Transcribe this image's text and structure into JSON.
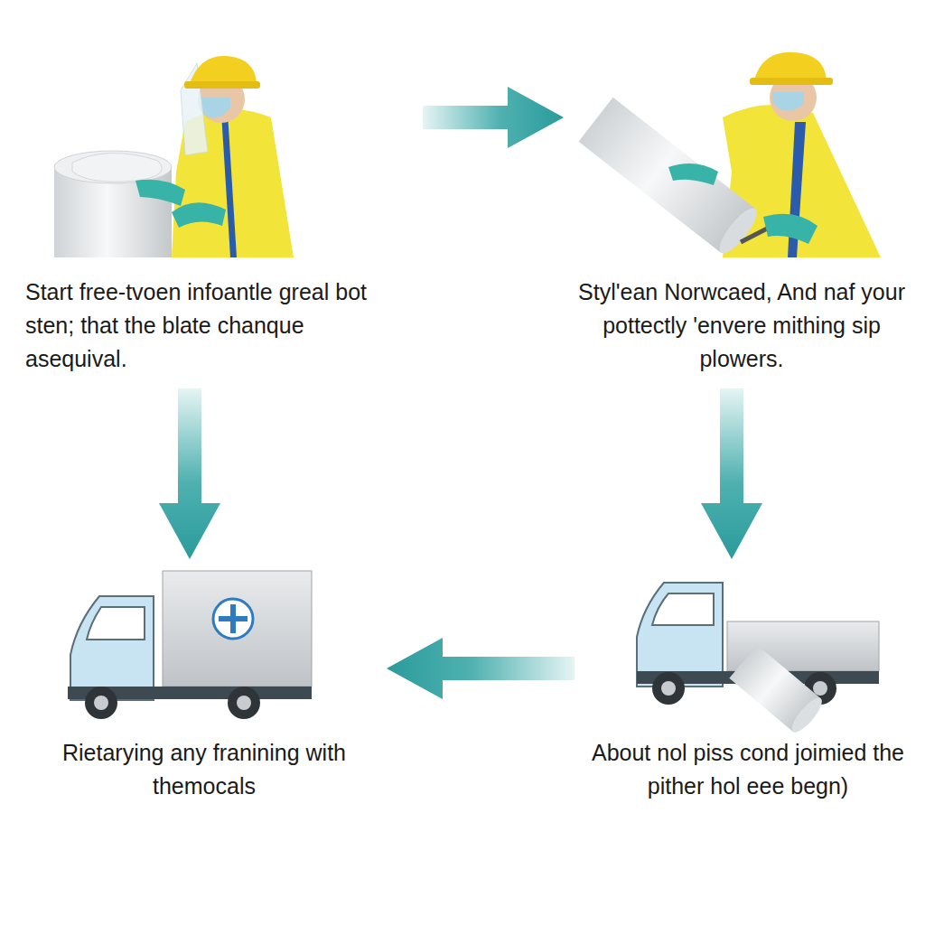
{
  "diagram": {
    "nodes": [
      {
        "text": [
          "Start free-tvoen infoantle greal bot sten; that the blate chanque asequival."
        ]
      },
      {
        "text": [
          "Styl'ean Norwcaed, And naf your pottectly 'envere mithing sip plowers."
        ]
      },
      {
        "text": [
          "Rietarying any franining with themocals"
        ]
      },
      {
        "text": [
          "About nol piss cond joimied the pither hol eee begn)"
        ]
      }
    ],
    "edges": [
      {
        "from": 0,
        "to": 1,
        "arrow": "to"
      },
      {
        "from": 0,
        "to": 2,
        "arrow": "to"
      },
      {
        "from": 1,
        "to": 3,
        "arrow": "to"
      },
      {
        "from": 3,
        "to": 2,
        "arrow": "to"
      }
    ]
  }
}
